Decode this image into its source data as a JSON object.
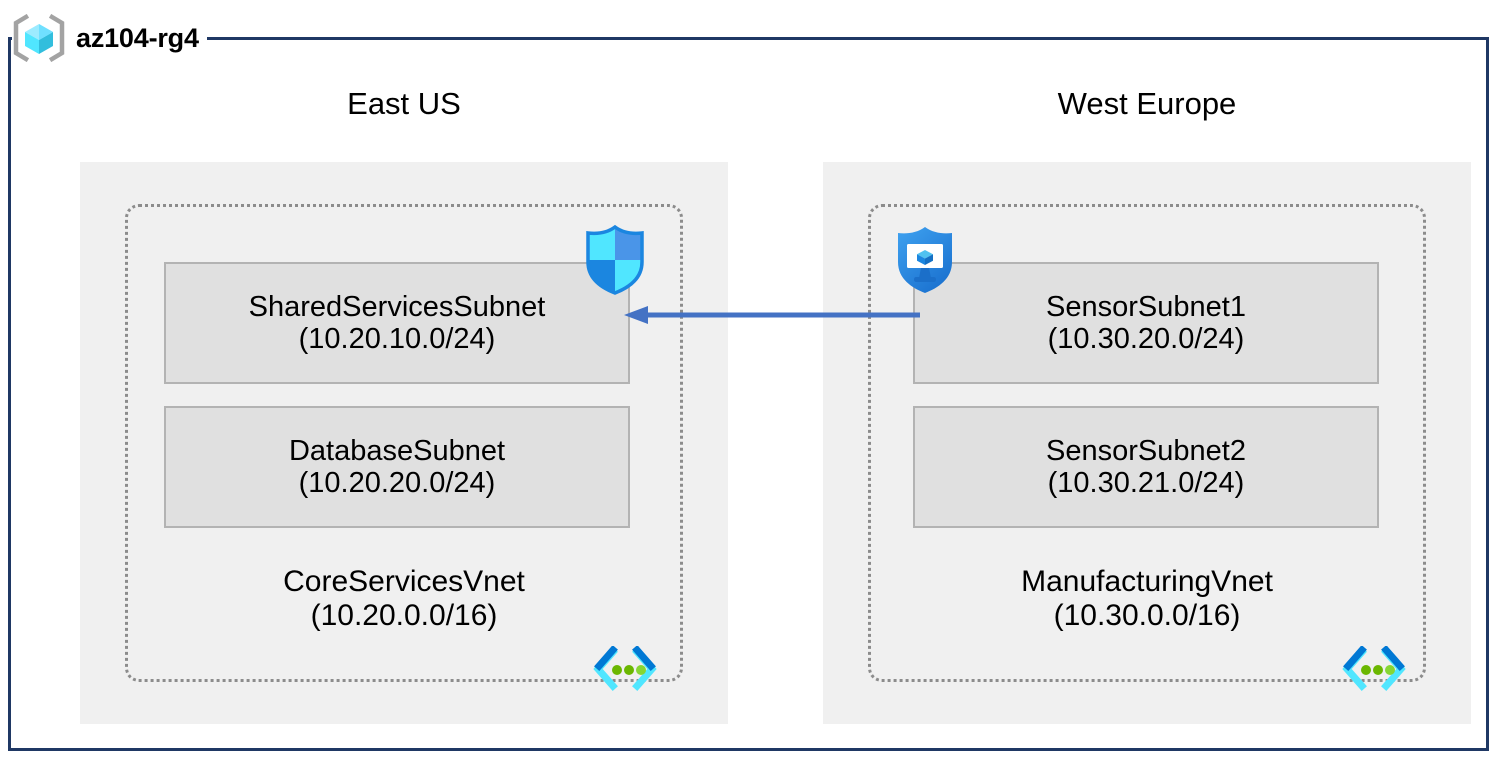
{
  "resource_group": {
    "name": "az104-rg4",
    "icon": "azure-resource-group-icon",
    "border_color": "#1F3864"
  },
  "diagram": {
    "type": "azure-network-architecture",
    "peering": {
      "label": "",
      "direction": "right-to-left",
      "from": "ManufacturingVnet",
      "to": "CoreServicesVnet",
      "color": "#4472C4"
    }
  },
  "regions": [
    {
      "label": "East US",
      "vnet": {
        "name": "CoreServicesVnet",
        "cidr": "(10.20.0.0/16)",
        "icon": "virtual-network-icon",
        "subnets": [
          {
            "name": "SharedServicesSubnet",
            "cidr": "(10.20.10.0/24)",
            "attached_icon": "network-security-group-icon"
          },
          {
            "name": "DatabaseSubnet",
            "cidr": "(10.20.20.0/24)",
            "attached_icon": ""
          }
        ]
      }
    },
    {
      "label": "West Europe",
      "vnet": {
        "name": "ManufacturingVnet",
        "cidr": "(10.30.0.0/16)",
        "icon": "virtual-network-icon",
        "subnets": [
          {
            "name": "SensorSubnet1",
            "cidr": "(10.30.20.0/24)",
            "attached_icon": "application-security-group-icon"
          },
          {
            "name": "SensorSubnet2",
            "cidr": "(10.30.21.0/24)",
            "attached_icon": ""
          }
        ]
      }
    }
  ],
  "colors": {
    "region_fill": "#f0f0f0",
    "subnet_fill": "#e0e0e0",
    "subnet_border": "#b3b3b3",
    "vnet_border": "#8c8c8c",
    "arrow": "#4472C4",
    "frame": "#1F3864",
    "azure_blue": "#0078D4",
    "azure_cyan": "#50E6FF"
  }
}
